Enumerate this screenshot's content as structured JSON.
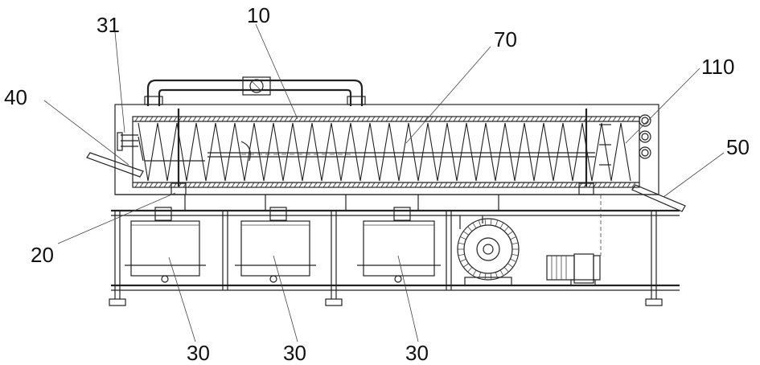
{
  "figure": {
    "callouts": [
      {
        "id": "c10",
        "text": "10"
      },
      {
        "id": "c31",
        "text": "31"
      },
      {
        "id": "c40",
        "text": "40"
      },
      {
        "id": "c70",
        "text": "70"
      },
      {
        "id": "c110",
        "text": "110"
      },
      {
        "id": "c50",
        "text": "50"
      },
      {
        "id": "c20",
        "text": "20"
      },
      {
        "id": "c30a",
        "text": "30"
      },
      {
        "id": "c30b",
        "text": "30"
      },
      {
        "id": "c30c",
        "text": "30"
      }
    ]
  }
}
